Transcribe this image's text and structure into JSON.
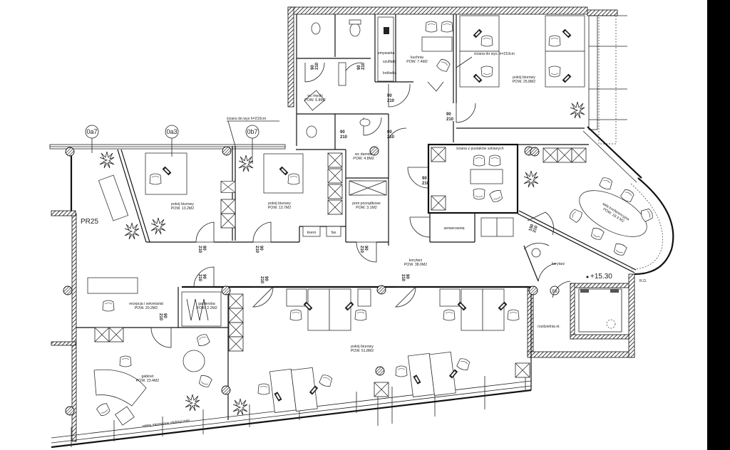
{
  "plan": {
    "axes": [
      "0a7",
      "0a3",
      "0b7"
    ],
    "wall_notes": {
      "partition_height": "ścians do wys h=210cm",
      "partition_height_2": "ściana do wys. h=210cm",
      "glass_wall": "ściana z pustaków szklanych"
    },
    "rooms": [
      {
        "id": "wc-men",
        "name": "wc męski",
        "area": "POW. 6.8M2"
      },
      {
        "id": "kitchen",
        "name": "kuchnia",
        "area": "POW. 7.4M2"
      },
      {
        "id": "office-ne",
        "name": "pokój biurowy",
        "area": "POW. 25.8M2"
      },
      {
        "id": "office-a",
        "name": "pokój biurowy",
        "area": "POW. 13.2M2"
      },
      {
        "id": "office-b",
        "name": "pokój biurowy",
        "area": "POW. 13.7M2"
      },
      {
        "id": "wc-women",
        "name": "wc damski",
        "area": "POW. 4.8M2"
      },
      {
        "id": "cleaning",
        "name": "pom.porządkowe",
        "area": "POW. 3.1M2"
      },
      {
        "id": "conference",
        "name": "sala konferencyjna",
        "area": "POW. 18.3 M2"
      },
      {
        "id": "corridor",
        "name": "korytarz",
        "area": "POW. 38.0M2"
      },
      {
        "id": "reception",
        "name": "recepcja i sekretariat",
        "area": "POW. 20.2M2"
      },
      {
        "id": "wardrobe",
        "name": "garderoba",
        "area": "POW. 2.2M2"
      },
      {
        "id": "office-open",
        "name": "pokój biurowy",
        "area": "POW. 51.8M2"
      },
      {
        "id": "cabinet",
        "name": "gabinet",
        "area": "POW. 23.4M2"
      }
    ],
    "labels": {
      "kitchen_items": [
        "zmywarka",
        "szuflady",
        "lodówka"
      ],
      "server_room": "serwerownia",
      "corridor_small": "korytarz",
      "switchboard": "rozdzielnia el.",
      "copier": "ksero",
      "fax": "fax",
      "elevation": "+15.30",
      "rd": "R.D.",
      "riser": "PR25",
      "hydrant": "E6",
      "blinds": "rolety sterowane elektrycznie"
    },
    "doors": {
      "std": [
        "90",
        "210"
      ],
      "wide": [
        "150",
        "210"
      ]
    }
  }
}
